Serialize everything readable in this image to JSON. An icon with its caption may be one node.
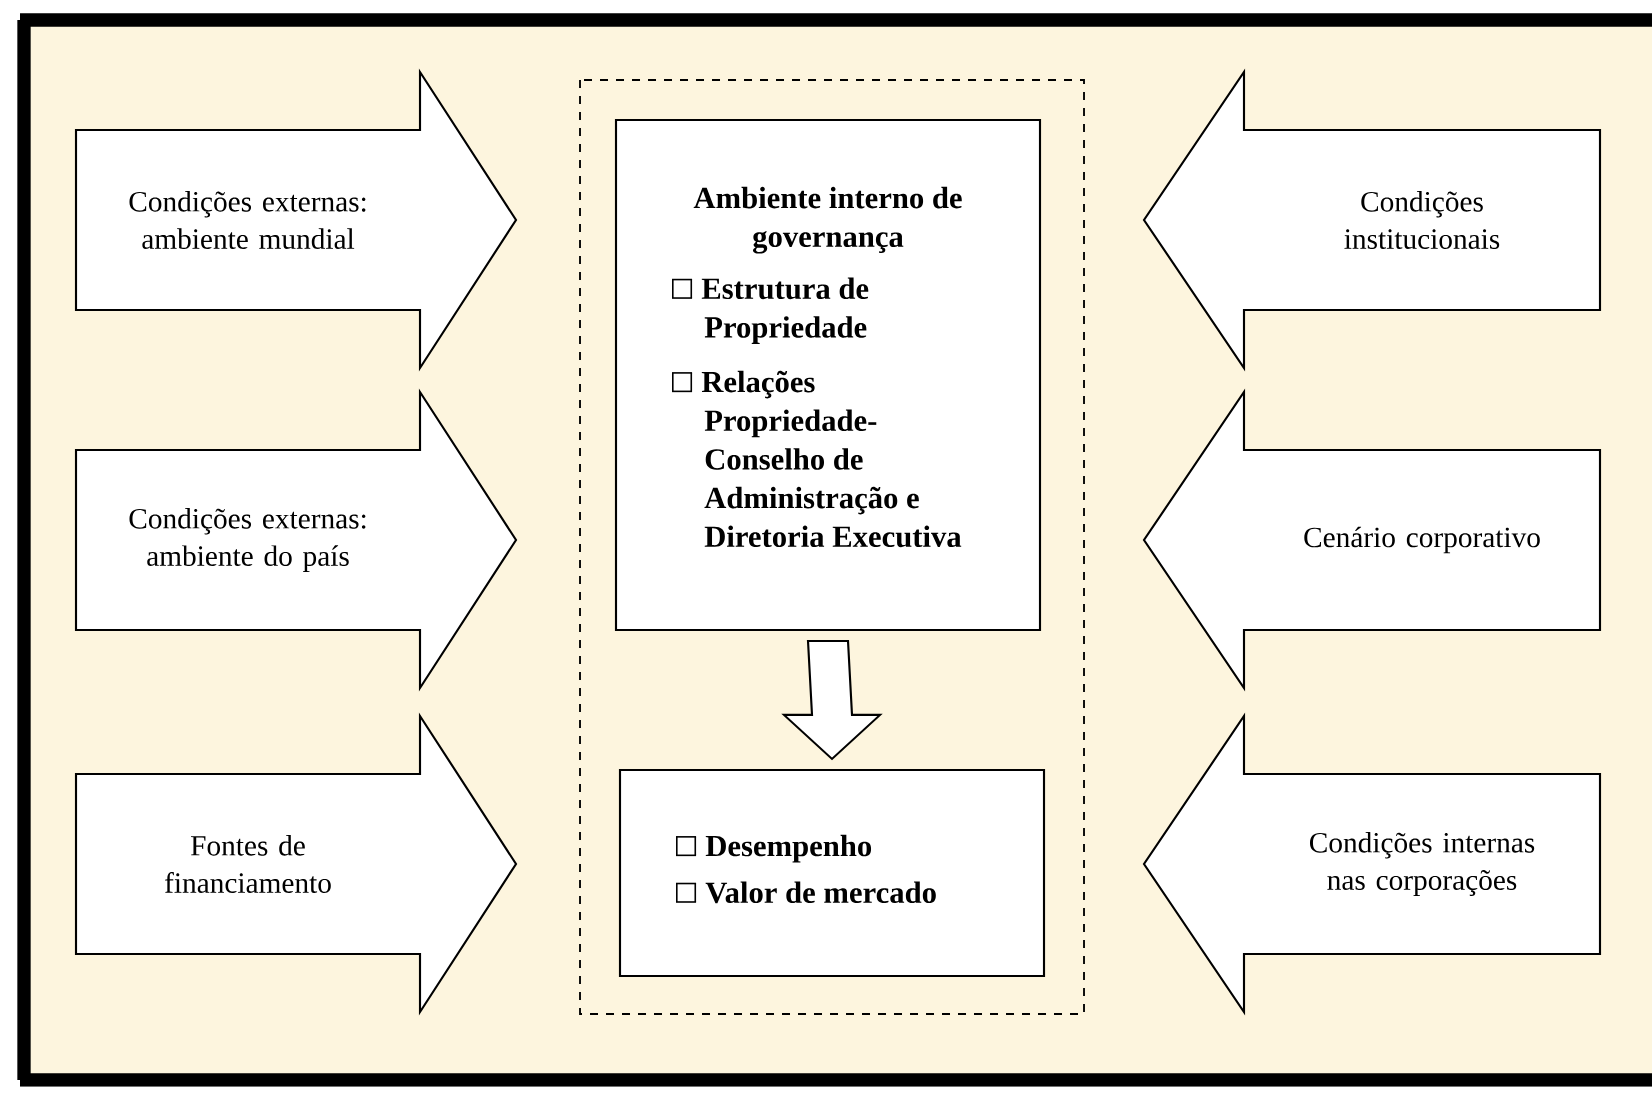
{
  "diagram": {
    "nodes": [
      {
        "text": [
          "Condições externas: ambiente mundial"
        ]
      },
      {
        "text": [],
        "shape": "box"
      },
      {
        "text": [
          "Ambiente interno de governança",
          "Estrutura de Propriedade",
          "Relações Propriedade-Conselho de Administração e Diretoria Executiva"
        ],
        "in": 1
      },
      {
        "text": [
          "Condições institucionais"
        ]
      },
      {
        "text": [
          "Condições externas: ambiente do país"
        ]
      },
      {
        "text": [
          "Cenário corporativo"
        ]
      },
      {
        "text": [
          "Fontes de financiamento"
        ]
      },
      {
        "text": [
          "Desempenho",
          "Valor de mercado"
        ],
        "in": 1
      },
      {
        "text": [
          "Condições internas nas corporações"
        ]
      }
    ],
    "edges": [
      {
        "from": 2,
        "to": 7,
        "arrow": "to"
      }
    ]
  }
}
